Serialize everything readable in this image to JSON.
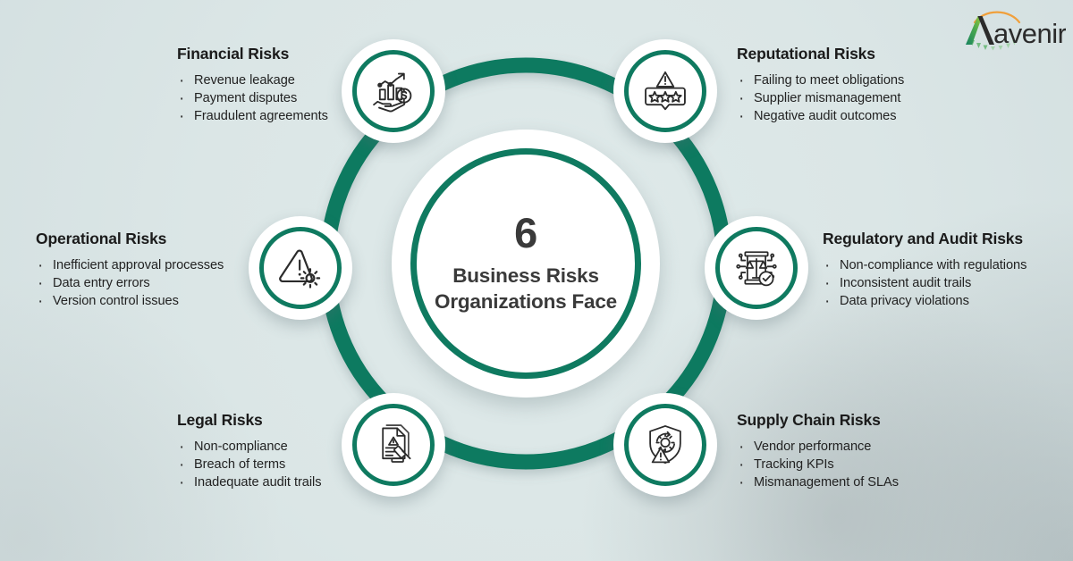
{
  "brand": {
    "name": "Aavenir",
    "accent_green": "#0f7a60",
    "logo_gradient_from": "#1b7f5f",
    "logo_gradient_to": "#8cc63f",
    "logo_arc_color": "#f0a03c",
    "logo_text_color": "#2b2b2b"
  },
  "background": {
    "color": "#dbe6e6"
  },
  "hub": {
    "number": "6",
    "line1": "Business Risks",
    "line2": "Organizations Face"
  },
  "nodes": [
    {
      "id": "financial",
      "title": "Financial Risks",
      "icon": "chart-money-hand-icon",
      "bullets": [
        "Revenue leakage",
        "Payment disputes",
        "Fraudulent agreements"
      ]
    },
    {
      "id": "reputational",
      "title": "Reputational Risks",
      "icon": "star-rating-warning-icon",
      "bullets": [
        "Failing to meet obligations",
        "Supplier mismanagement",
        "Negative audit outcomes"
      ]
    },
    {
      "id": "operational",
      "title": "Operational Risks",
      "icon": "warning-gear-icon",
      "bullets": [
        "Inefficient approval processes",
        "Data entry errors",
        "Version control issues"
      ]
    },
    {
      "id": "regulatory",
      "title": "Regulatory and Audit Risks",
      "icon": "legal-scales-check-icon",
      "bullets": [
        "Non-compliance with regulations",
        "Inconsistent audit trails",
        "Data privacy violations"
      ]
    },
    {
      "id": "legal",
      "title": "Legal Risks",
      "icon": "document-gavel-warning-icon",
      "bullets": [
        "Non-compliance",
        "Breach of terms",
        "Inadequate audit trails"
      ]
    },
    {
      "id": "supply",
      "title": "Supply Chain Risks",
      "icon": "shield-gear-warning-icon",
      "bullets": [
        "Vendor performance",
        "Tracking KPIs",
        "Mismanagement of SLAs"
      ]
    }
  ]
}
